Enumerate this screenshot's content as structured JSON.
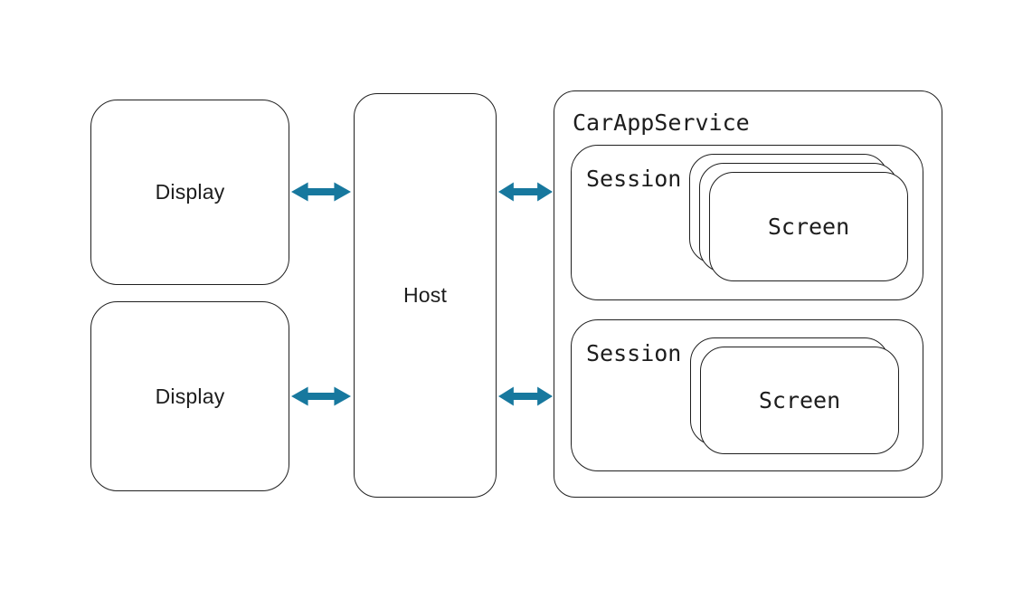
{
  "colors": {
    "background": "#ffffff",
    "line": "#1f1f1f",
    "text": "#1d1d1d",
    "arrow": "#17789e"
  },
  "boxes": {
    "display_top": {
      "label": "Display"
    },
    "display_bottom": {
      "label": "Display"
    },
    "host": {
      "label": "Host"
    },
    "car_app_service": {
      "label": "CarAppService",
      "sessions": [
        {
          "label": "Session",
          "screen_stack": {
            "label": "Screen",
            "count": 3
          }
        },
        {
          "label": "Session",
          "screen_stack": {
            "label": "Screen",
            "count": 2
          }
        }
      ]
    }
  },
  "arrows": [
    {
      "name": "display-top-to-host",
      "direction": "bidirectional"
    },
    {
      "name": "display-bottom-to-host",
      "direction": "bidirectional"
    },
    {
      "name": "host-to-carappservice-top",
      "direction": "bidirectional"
    },
    {
      "name": "host-to-carappservice-bottom",
      "direction": "bidirectional"
    }
  ]
}
